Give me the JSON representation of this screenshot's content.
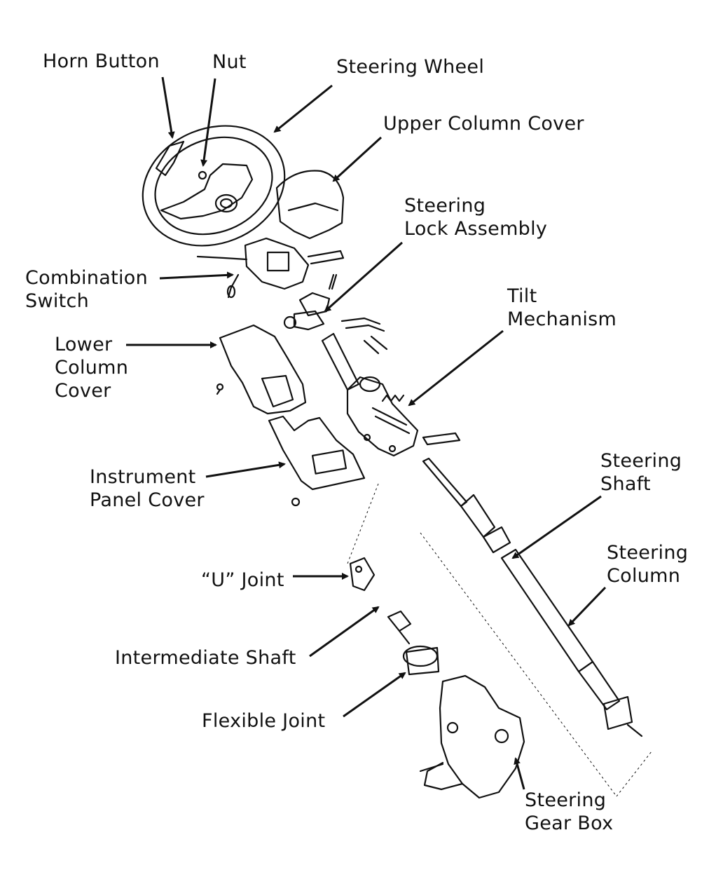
{
  "labels": {
    "horn_button": "Horn Button",
    "nut": "Nut",
    "steering_wheel": "Steering Wheel",
    "upper_column_cover": "Upper Column Cover",
    "steering_lock_assembly": [
      "Steering",
      "Lock Assembly"
    ],
    "combination_switch": [
      "Combination",
      "Switch"
    ],
    "tilt_mechanism": [
      "Tilt",
      "Mechanism"
    ],
    "lower_column_cover": [
      "Lower",
      "Column",
      "Cover"
    ],
    "instrument_panel_cover": [
      "Instrument",
      "Panel Cover"
    ],
    "steering_shaft": [
      "Steering",
      "Shaft"
    ],
    "steering_column": [
      "Steering",
      "Column"
    ],
    "u_joint": "“U” Joint",
    "intermediate_shaft": "Intermediate Shaft",
    "flexible_joint": "Flexible Joint",
    "steering_gear_box": [
      "Steering",
      "Gear Box"
    ]
  },
  "colors": {
    "ink": "#111111",
    "background": "#ffffff"
  }
}
